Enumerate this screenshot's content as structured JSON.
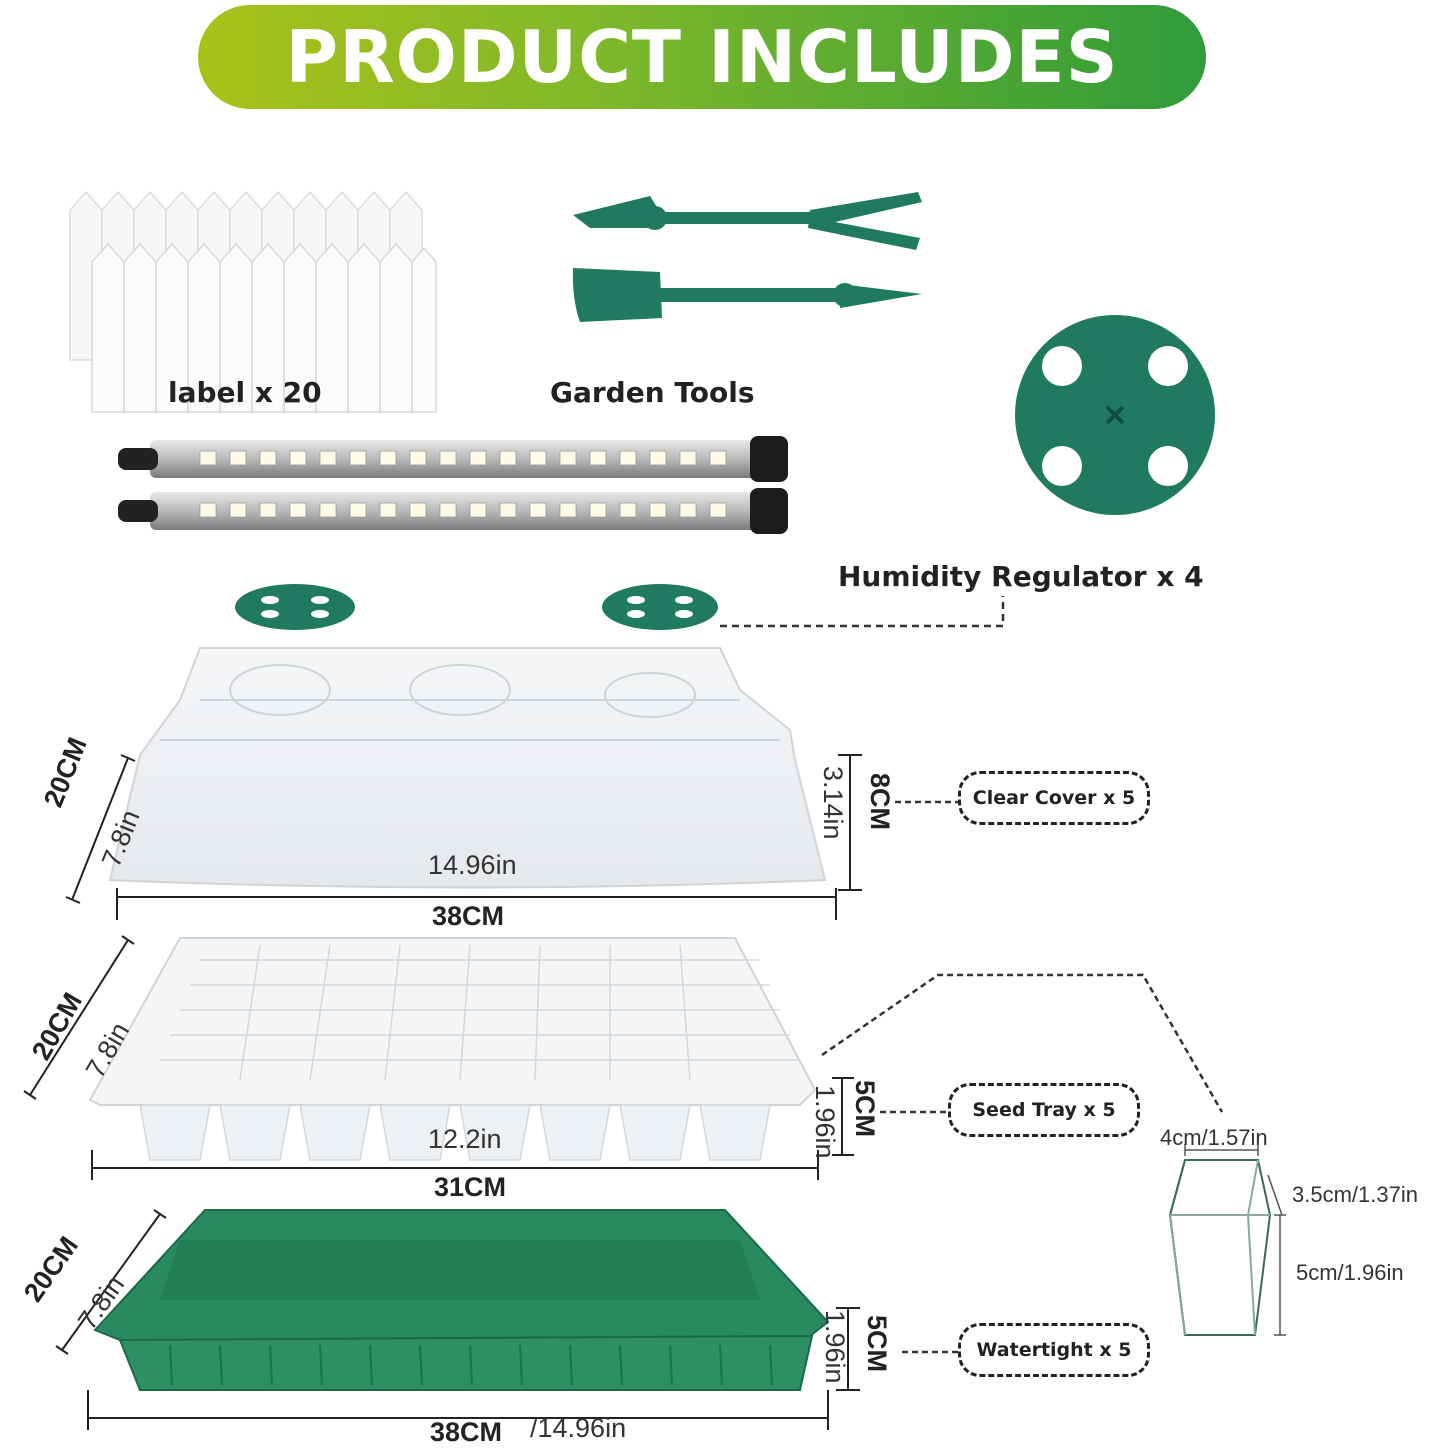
{
  "banner": {
    "title": "PRODUCT INCLUDES"
  },
  "labels": {
    "label_count": "label x 20",
    "garden_tools": "Garden Tools",
    "humidity": "Humidity Regulator x 4",
    "clear_cover": "Clear Cover x 5",
    "seed_tray": "Seed Tray x 5",
    "watertight": "Watertight x 5"
  },
  "cover_dims": {
    "width_in": "14.96in",
    "width_cm": "38CM",
    "depth_cm": "20CM",
    "depth_in": "7.8in",
    "height_cm": "8CM",
    "height_in": "3.14in"
  },
  "tray_dims": {
    "width_in": "12.2in",
    "width_cm": "31CM",
    "depth_cm": "20CM",
    "depth_in": "7.8in",
    "height_cm": "5CM",
    "height_in": "1.96in"
  },
  "base_dims": {
    "width_cm": "38CM",
    "width_in": "/14.96in",
    "depth_cm": "20CM",
    "depth_in": "7.8in",
    "height_cm": "5CM",
    "height_in": "1.96in"
  },
  "cell_dims": {
    "top": "4cm/1.57in",
    "bottom": "3.5cm/1.37in",
    "height": "5cm/1.96in"
  },
  "colors": {
    "banner_start": "#a9c21a",
    "banner_end": "#2f9b3a",
    "plastic_green": "#1f7a5c",
    "tray_green": "#2e8a5e"
  }
}
